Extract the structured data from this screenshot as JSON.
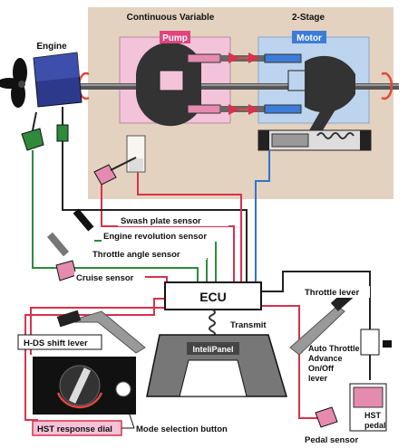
{
  "headers": {
    "pump_side": "Continuous Variable",
    "motor_side": "2-Stage"
  },
  "components": {
    "engine": "Engine",
    "pump": "Pump",
    "motor": "Motor",
    "ecu": "ECU",
    "intellipanel": "InteliPanel",
    "hst_pedal_line1": "HST",
    "hst_pedal_line2": "pedal"
  },
  "sensors": {
    "swash_plate": "Swash plate sensor",
    "engine_revolution": "Engine revolution sensor",
    "throttle_angle": "Throttle angle sensor",
    "cruise": "Cruise sensor",
    "pedal": "Pedal sensor"
  },
  "controls": {
    "throttle_lever": "Throttle lever",
    "transmit": "Transmit",
    "hds_shift_lever": "H-DS shift lever",
    "hst_response_dial": "HST response dial",
    "mode_selection_button": "Mode selection button",
    "auto_throttle_line1": "Auto Throttle",
    "auto_throttle_line2": "Advance",
    "auto_throttle_line3": "On/Off",
    "auto_throttle_line4": "lever"
  },
  "colors": {
    "background": "#ffffff",
    "hst_area": "#e3d2bf",
    "pump_box": "#f3c3da",
    "motor_box": "#bcd4ee",
    "pump_tag": "#e0457e",
    "motor_tag": "#3d7cd8",
    "wire_red": "#d9314c",
    "wire_blue": "#2f74d0",
    "wire_green": "#2f8a3c",
    "wire_black": "#222222",
    "sensor_pink": "#e58bb0",
    "rotation_arrow": "#e04a3a"
  }
}
